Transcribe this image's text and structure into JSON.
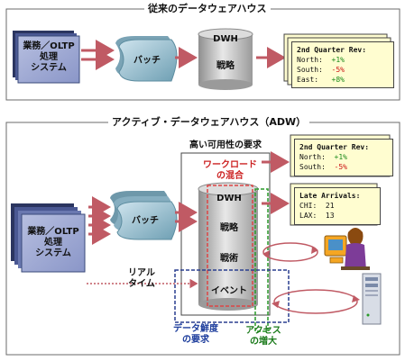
{
  "top_panel": {
    "title": "従来のデータウェアハウス",
    "oltp_label": [
      "業務／OLTP",
      "処理",
      "システム"
    ],
    "batch_label": "バッチ",
    "dwh_label": "DWH",
    "strategy_label": "戦略",
    "report": {
      "heading": "2nd Quarter Rev:",
      "rows": [
        {
          "region": "North:",
          "value": "+1%"
        },
        {
          "region": "South:",
          "value": "-5%"
        },
        {
          "region": "East:",
          "value": "+8%"
        }
      ]
    }
  },
  "bottom_panel": {
    "title": "アクティブ・データウェアハウス（ADW）",
    "high_availability_label": "高い可用性の要求",
    "workload_label": [
      "ワークロード",
      "の混合"
    ],
    "oltp_label": [
      "業務／OLTP",
      "処理",
      "システム"
    ],
    "batch_label": "バッチ",
    "realtime_label": [
      "リアル",
      "タイム"
    ],
    "dwh_label": "DWH",
    "strategy_label": "戦略",
    "tactics_label": "戦術",
    "event_label": "イベント",
    "freshness_label": [
      "データ鮮度",
      "の要求"
    ],
    "access_label": [
      "アクセス",
      "の増大"
    ],
    "report": {
      "heading": "2nd Quarter Rev:",
      "rows": [
        {
          "region": "North:",
          "value": "+1%"
        },
        {
          "region": "South:",
          "value": "-5%"
        }
      ]
    },
    "arrivals": {
      "heading": "Late Arrivals:",
      "rows": [
        {
          "city": "CHI:",
          "value": "21"
        },
        {
          "city": "LAX:",
          "value": "13"
        }
      ]
    }
  },
  "colors": {
    "arrow": "#c05a64",
    "oltp_box": "#3a4a7a",
    "batch": "#8ab8c8",
    "cylinder": "#c8c8c8",
    "note_bg": "#fffdd0",
    "workload_box": "#dd4444",
    "freshness_box": "#2a3f8f",
    "access_box": "#2a9a2a"
  }
}
